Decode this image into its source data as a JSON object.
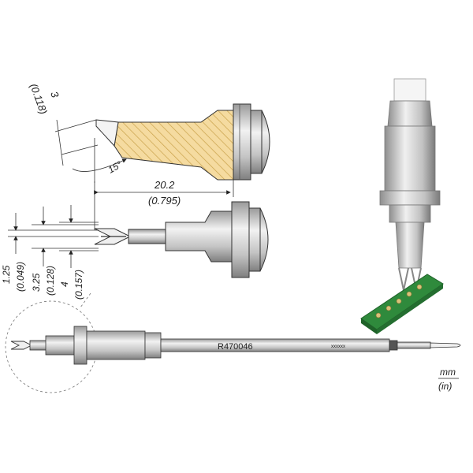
{
  "dimensions": {
    "tip_width_mm": "3",
    "tip_width_in": "(0.118)",
    "angle": "15°",
    "length_mm": "20.2",
    "length_in": "(0.795)",
    "gap1_mm": "1.25",
    "gap1_in": "(0.049)",
    "gap2_mm": "3.25",
    "gap2_in": "(0.128)",
    "gap3_mm": "4",
    "gap3_in": "(0.157)"
  },
  "cartridge": {
    "model": "R470046",
    "serial": "xxxxxx"
  },
  "units": {
    "metric": "mm",
    "imperial": "(in)"
  },
  "colors": {
    "hatch_fill": "#f5dba0",
    "hatch_line": "#c9a24a",
    "metal_light": "#e6e6e6",
    "metal_mid": "#bdbdbd",
    "metal_dark": "#8a8a8a",
    "pcb_green": "#2f8a3c",
    "pcb_dark": "#1f6229",
    "pin_gold": "#d9c27a"
  }
}
